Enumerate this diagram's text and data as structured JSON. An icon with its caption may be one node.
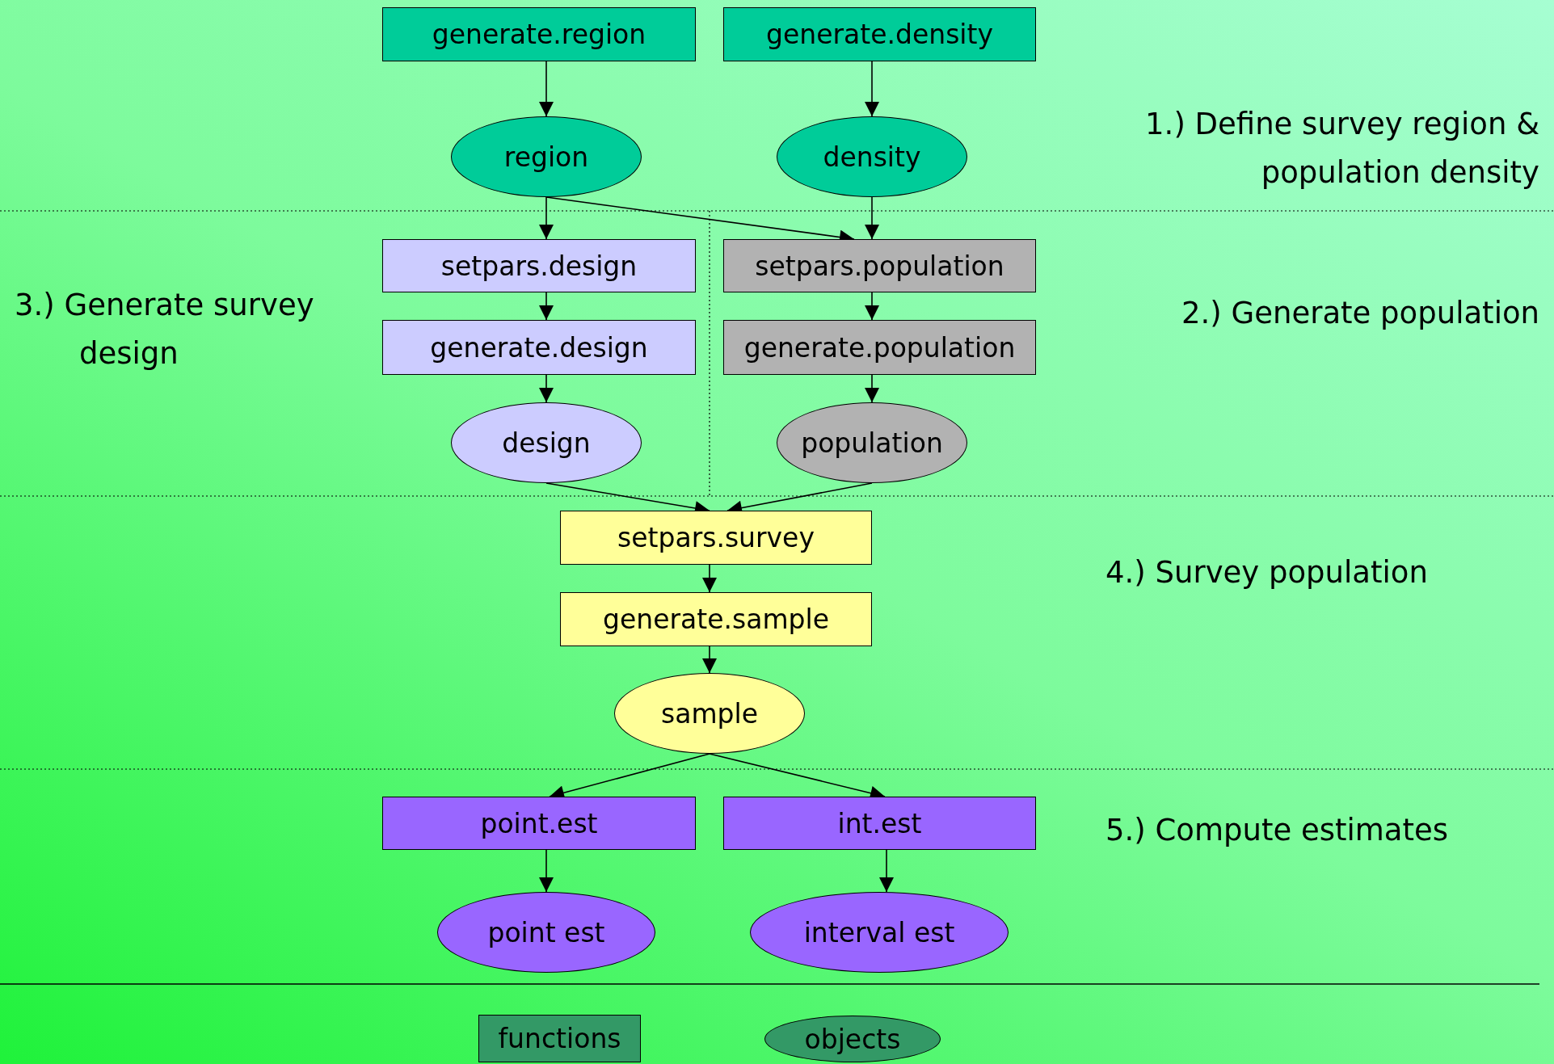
{
  "diagram": {
    "nodes": [
      {
        "text": [
          "generate.region"
        ]
      },
      {
        "text": [
          "generate.density"
        ]
      },
      {
        "text": [
          "region"
        ]
      },
      {
        "text": [
          "density"
        ]
      },
      {
        "text": [
          "setpars.design"
        ]
      },
      {
        "text": [
          "setpars.population"
        ]
      },
      {
        "text": [
          "generate.design"
        ]
      },
      {
        "text": [
          "generate.population"
        ]
      },
      {
        "text": [
          "design"
        ]
      },
      {
        "text": [
          "population"
        ]
      },
      {
        "text": [
          "setpars.survey"
        ]
      },
      {
        "text": [
          "generate.sample"
        ]
      },
      {
        "text": [
          "sample"
        ]
      },
      {
        "text": [
          "point.est"
        ]
      },
      {
        "text": [
          "int.est"
        ]
      },
      {
        "text": [
          "point est"
        ]
      },
      {
        "text": [
          "interval est"
        ]
      }
    ],
    "edges": [
      {
        "from": 0,
        "to": 2,
        "arrow": "to"
      },
      {
        "from": 1,
        "to": 3,
        "arrow": "to"
      },
      {
        "from": 2,
        "to": 4,
        "arrow": "to"
      },
      {
        "from": 3,
        "to": 5,
        "arrow": "to"
      },
      {
        "from": 2,
        "to": 5,
        "arrow": "to"
      },
      {
        "from": 4,
        "to": 6,
        "arrow": "to"
      },
      {
        "from": 6,
        "to": 8,
        "arrow": "to"
      },
      {
        "from": 5,
        "to": 7,
        "arrow": "to"
      },
      {
        "from": 7,
        "to": 9,
        "arrow": "to"
      },
      {
        "from": 8,
        "to": 10,
        "arrow": "to"
      },
      {
        "from": 9,
        "to": 10,
        "arrow": "to"
      },
      {
        "from": 10,
        "to": 11,
        "arrow": "to"
      },
      {
        "from": 11,
        "to": 12,
        "arrow": "to"
      },
      {
        "from": 12,
        "to": 13,
        "arrow": "to"
      },
      {
        "from": 12,
        "to": 14,
        "arrow": "to"
      },
      {
        "from": 13,
        "to": 15,
        "arrow": "to"
      },
      {
        "from": 14,
        "to": 16,
        "arrow": "to"
      }
    ],
    "labels": [
      "1.) Define survey region & population density",
      "3.) Generate survey design",
      "2.) Generate population",
      "4.) Survey population",
      "5.) Compute estimates"
    ],
    "legend": [
      {
        "text": "functions",
        "color": "#339966"
      },
      {
        "text": "objects",
        "color": "#339966"
      }
    ]
  }
}
